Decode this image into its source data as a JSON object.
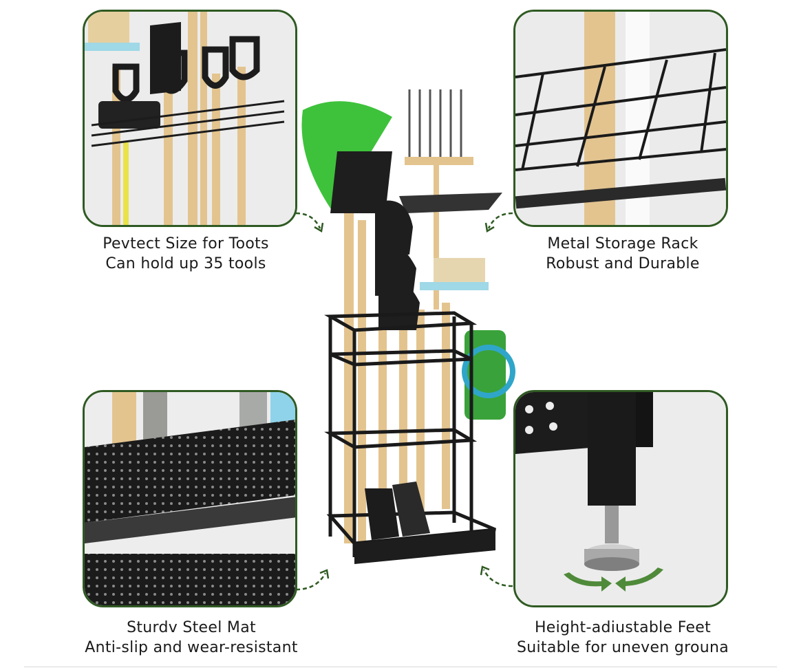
{
  "features": [
    {
      "id": "capacity",
      "title": "Pevtect Size for Toots",
      "subtitle": "Can hold up 35 tools"
    },
    {
      "id": "metal",
      "title": "Metal Storage Rack",
      "subtitle": "Robust and Durable"
    },
    {
      "id": "mat",
      "title": "Sturdv Steel Mat",
      "subtitle": "Anti-slip and wear-resistant"
    },
    {
      "id": "feet",
      "title": "Height-adiustable Feet",
      "subtitle": "Suitable for uneven grouna"
    }
  ],
  "colors": {
    "border": "#2f5a22",
    "arrow": "#2f5a22",
    "wood": "#e3c48f",
    "metal": "#1c1c1c"
  }
}
